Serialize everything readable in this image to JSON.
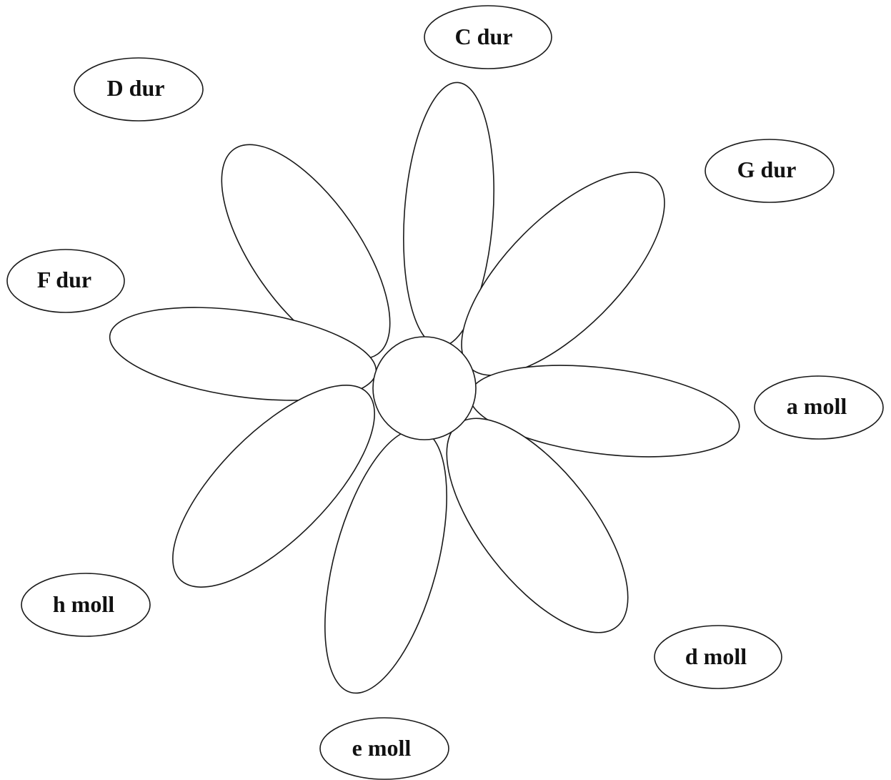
{
  "diagram": {
    "labels": {
      "c_dur": "C dur",
      "d_dur": "D dur",
      "g_dur": "G dur",
      "f_dur": "F dur",
      "a_moll": "a moll",
      "h_moll": "h moll",
      "d_moll": "d moll",
      "e_moll": "e moll"
    },
    "petal_count": 8,
    "colors": {
      "stroke": "#1a1a1a",
      "fill": "#ffffff",
      "text": "#111111"
    }
  }
}
